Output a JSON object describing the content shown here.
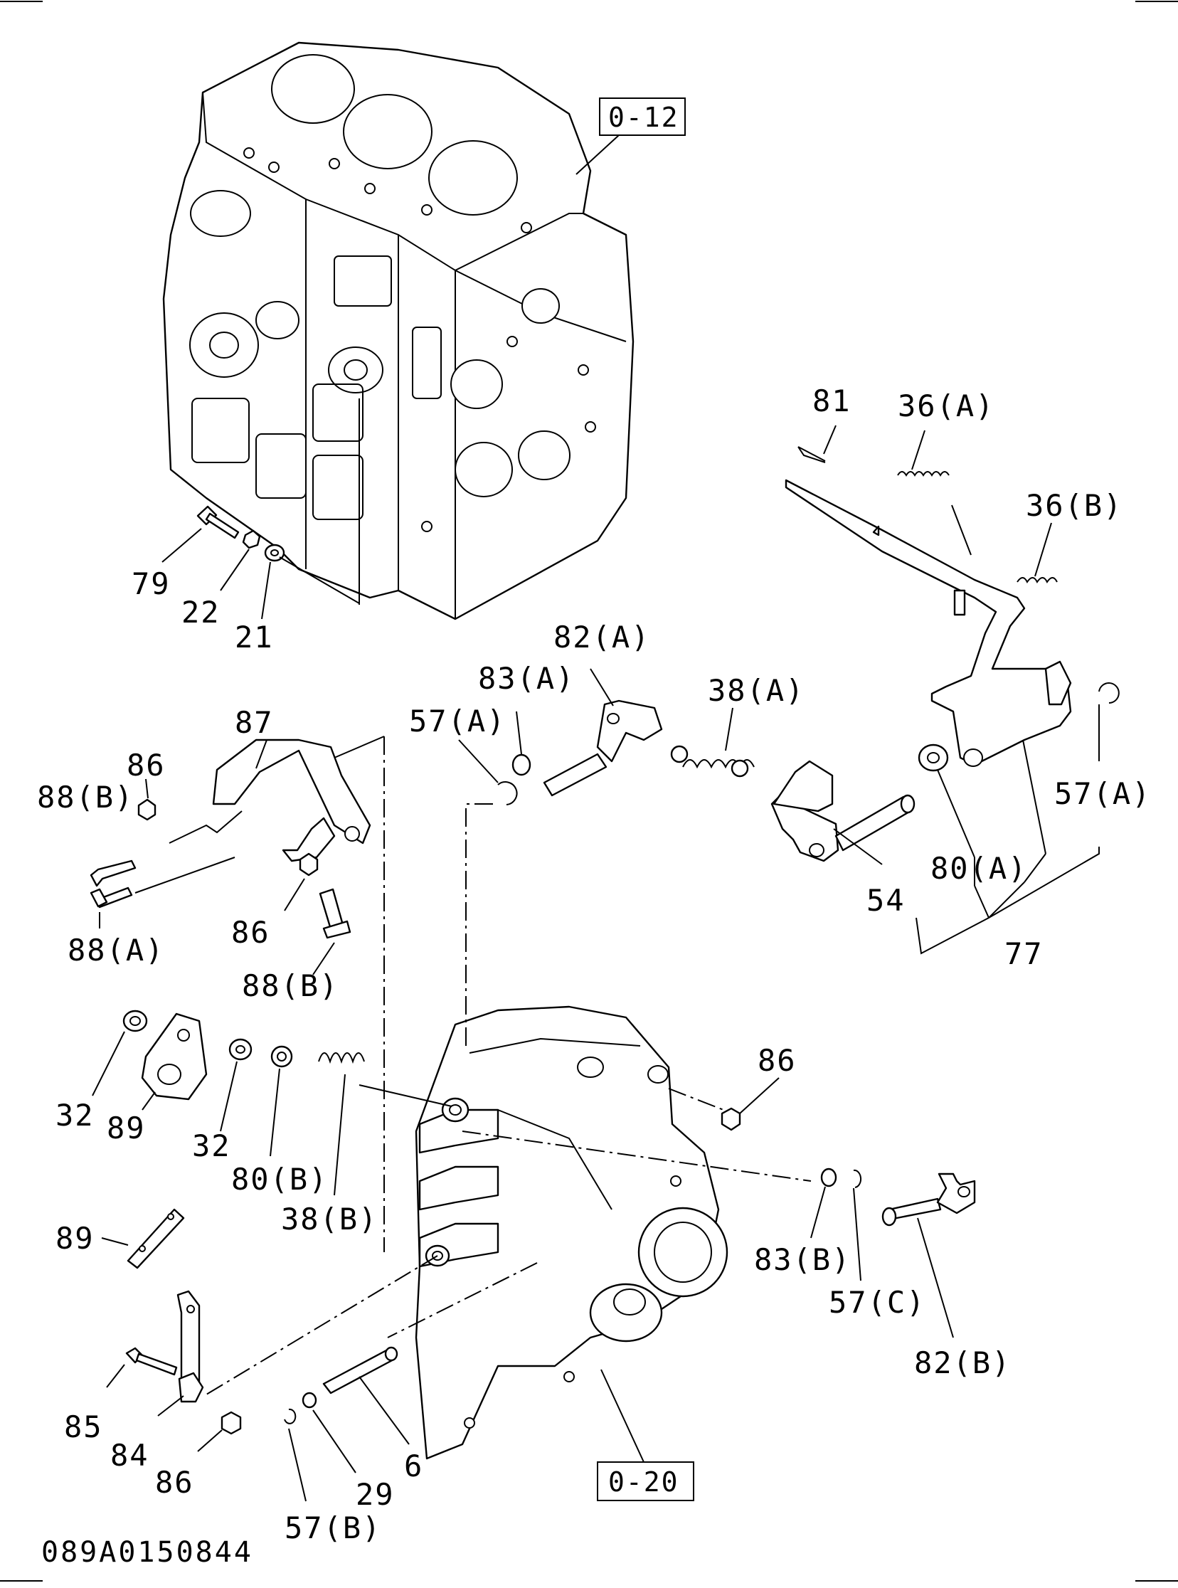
{
  "drawing_id": "089A0150844",
  "reference_boxes": [
    "0-12",
    "0-20"
  ],
  "callouts": [
    "79",
    "22",
    "21",
    "81",
    "36(A)",
    "36(B)",
    "82(A)",
    "83(A)",
    "57(A)",
    "38(A)",
    "87",
    "86",
    "88(B)",
    "88(A)",
    "86",
    "88(B)",
    "57(A)",
    "80(A)",
    "54",
    "77",
    "32",
    "89",
    "32",
    "80(B)",
    "38(B)",
    "86",
    "89",
    "83(B)",
    "57(C)",
    "82(B)",
    "85",
    "84",
    "86",
    "6",
    "29",
    "57(B)"
  ]
}
